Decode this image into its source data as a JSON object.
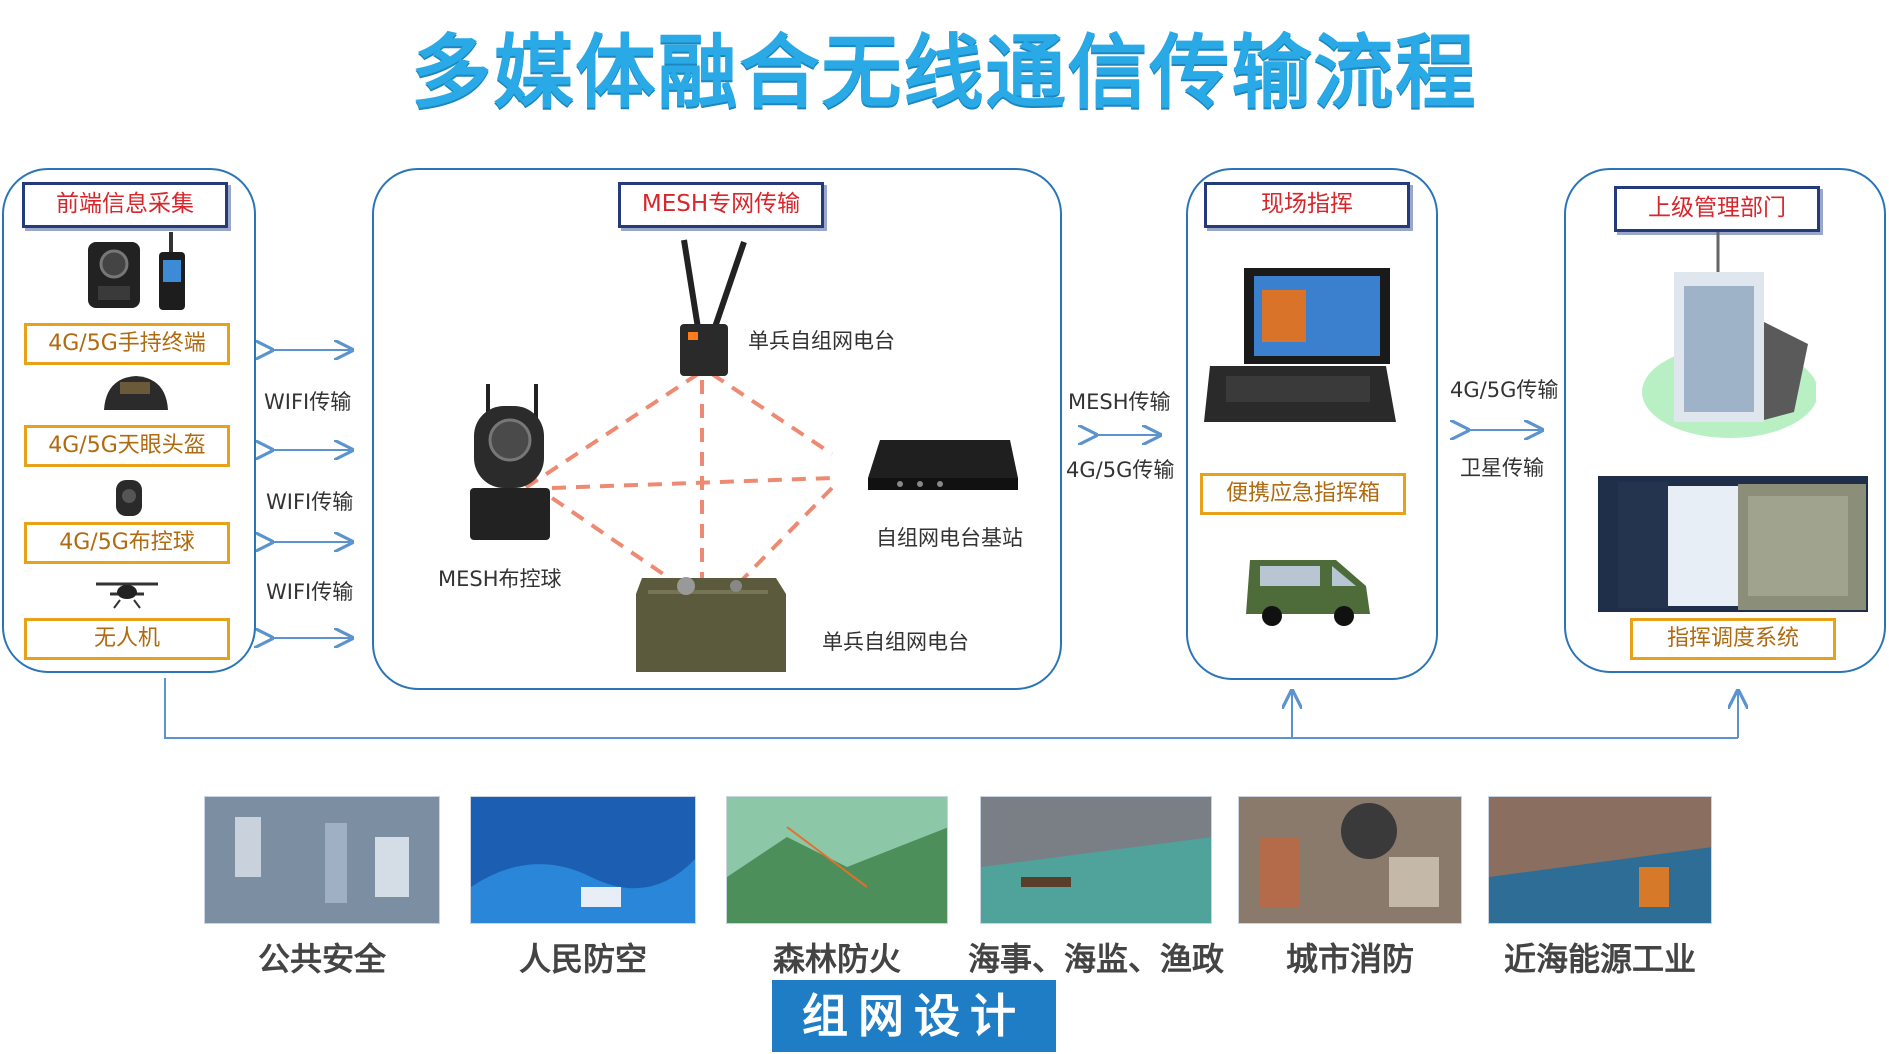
{
  "title": "多媒体融合无线通信传输流程",
  "panels": {
    "front": {
      "header": "前端信息采集",
      "items": [
        "4G/5G手持终端",
        "4G/5G天眼头盔",
        "4G/5G布控球",
        "无人机"
      ]
    },
    "mesh": {
      "header": "MESH专网传输",
      "labels": {
        "radio_top": "单兵自组网电台",
        "ptz": "MESH布控球",
        "base_station": "自组网电台基站",
        "radio_bottom": "单兵自组网电台"
      }
    },
    "site": {
      "header": "现场指挥",
      "box_label": "便携应急指挥箱"
    },
    "upper": {
      "header": "上级管理部门",
      "system_label": "指挥调度系统"
    }
  },
  "links": {
    "wifi_1": "WIFI传输",
    "wifi_2": "WIFI传输",
    "wifi_3": "WIFI传输",
    "mesh": "MESH传输",
    "cellular_mid": "4G/5G传输",
    "cellular_right": "4G/5G传输",
    "satellite": "卫星传输"
  },
  "scenarios": [
    "公共安全",
    "人民防空",
    "森林防火",
    "海事、海监、渔政",
    "城市消防",
    "近海能源工业"
  ],
  "footer": "组网设计",
  "colors": {
    "title": "#29a9e6",
    "panel_border": "#2a74b8",
    "header_text": "#d8262c",
    "label_border": "#e8a21a",
    "dashed_link": "#ef8a72",
    "footer_bg": "#1e7dc4"
  }
}
